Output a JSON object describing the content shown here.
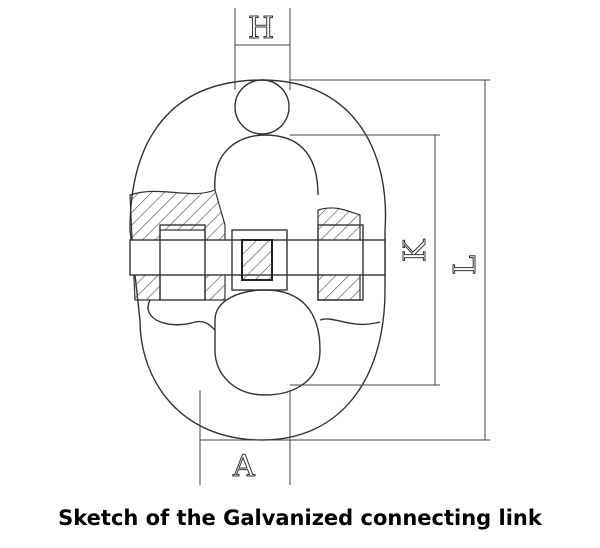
{
  "labels": {
    "H": "H",
    "K": "K",
    "L": "L",
    "A": "A"
  },
  "caption": "Sketch of the Galvanized connecting link"
}
